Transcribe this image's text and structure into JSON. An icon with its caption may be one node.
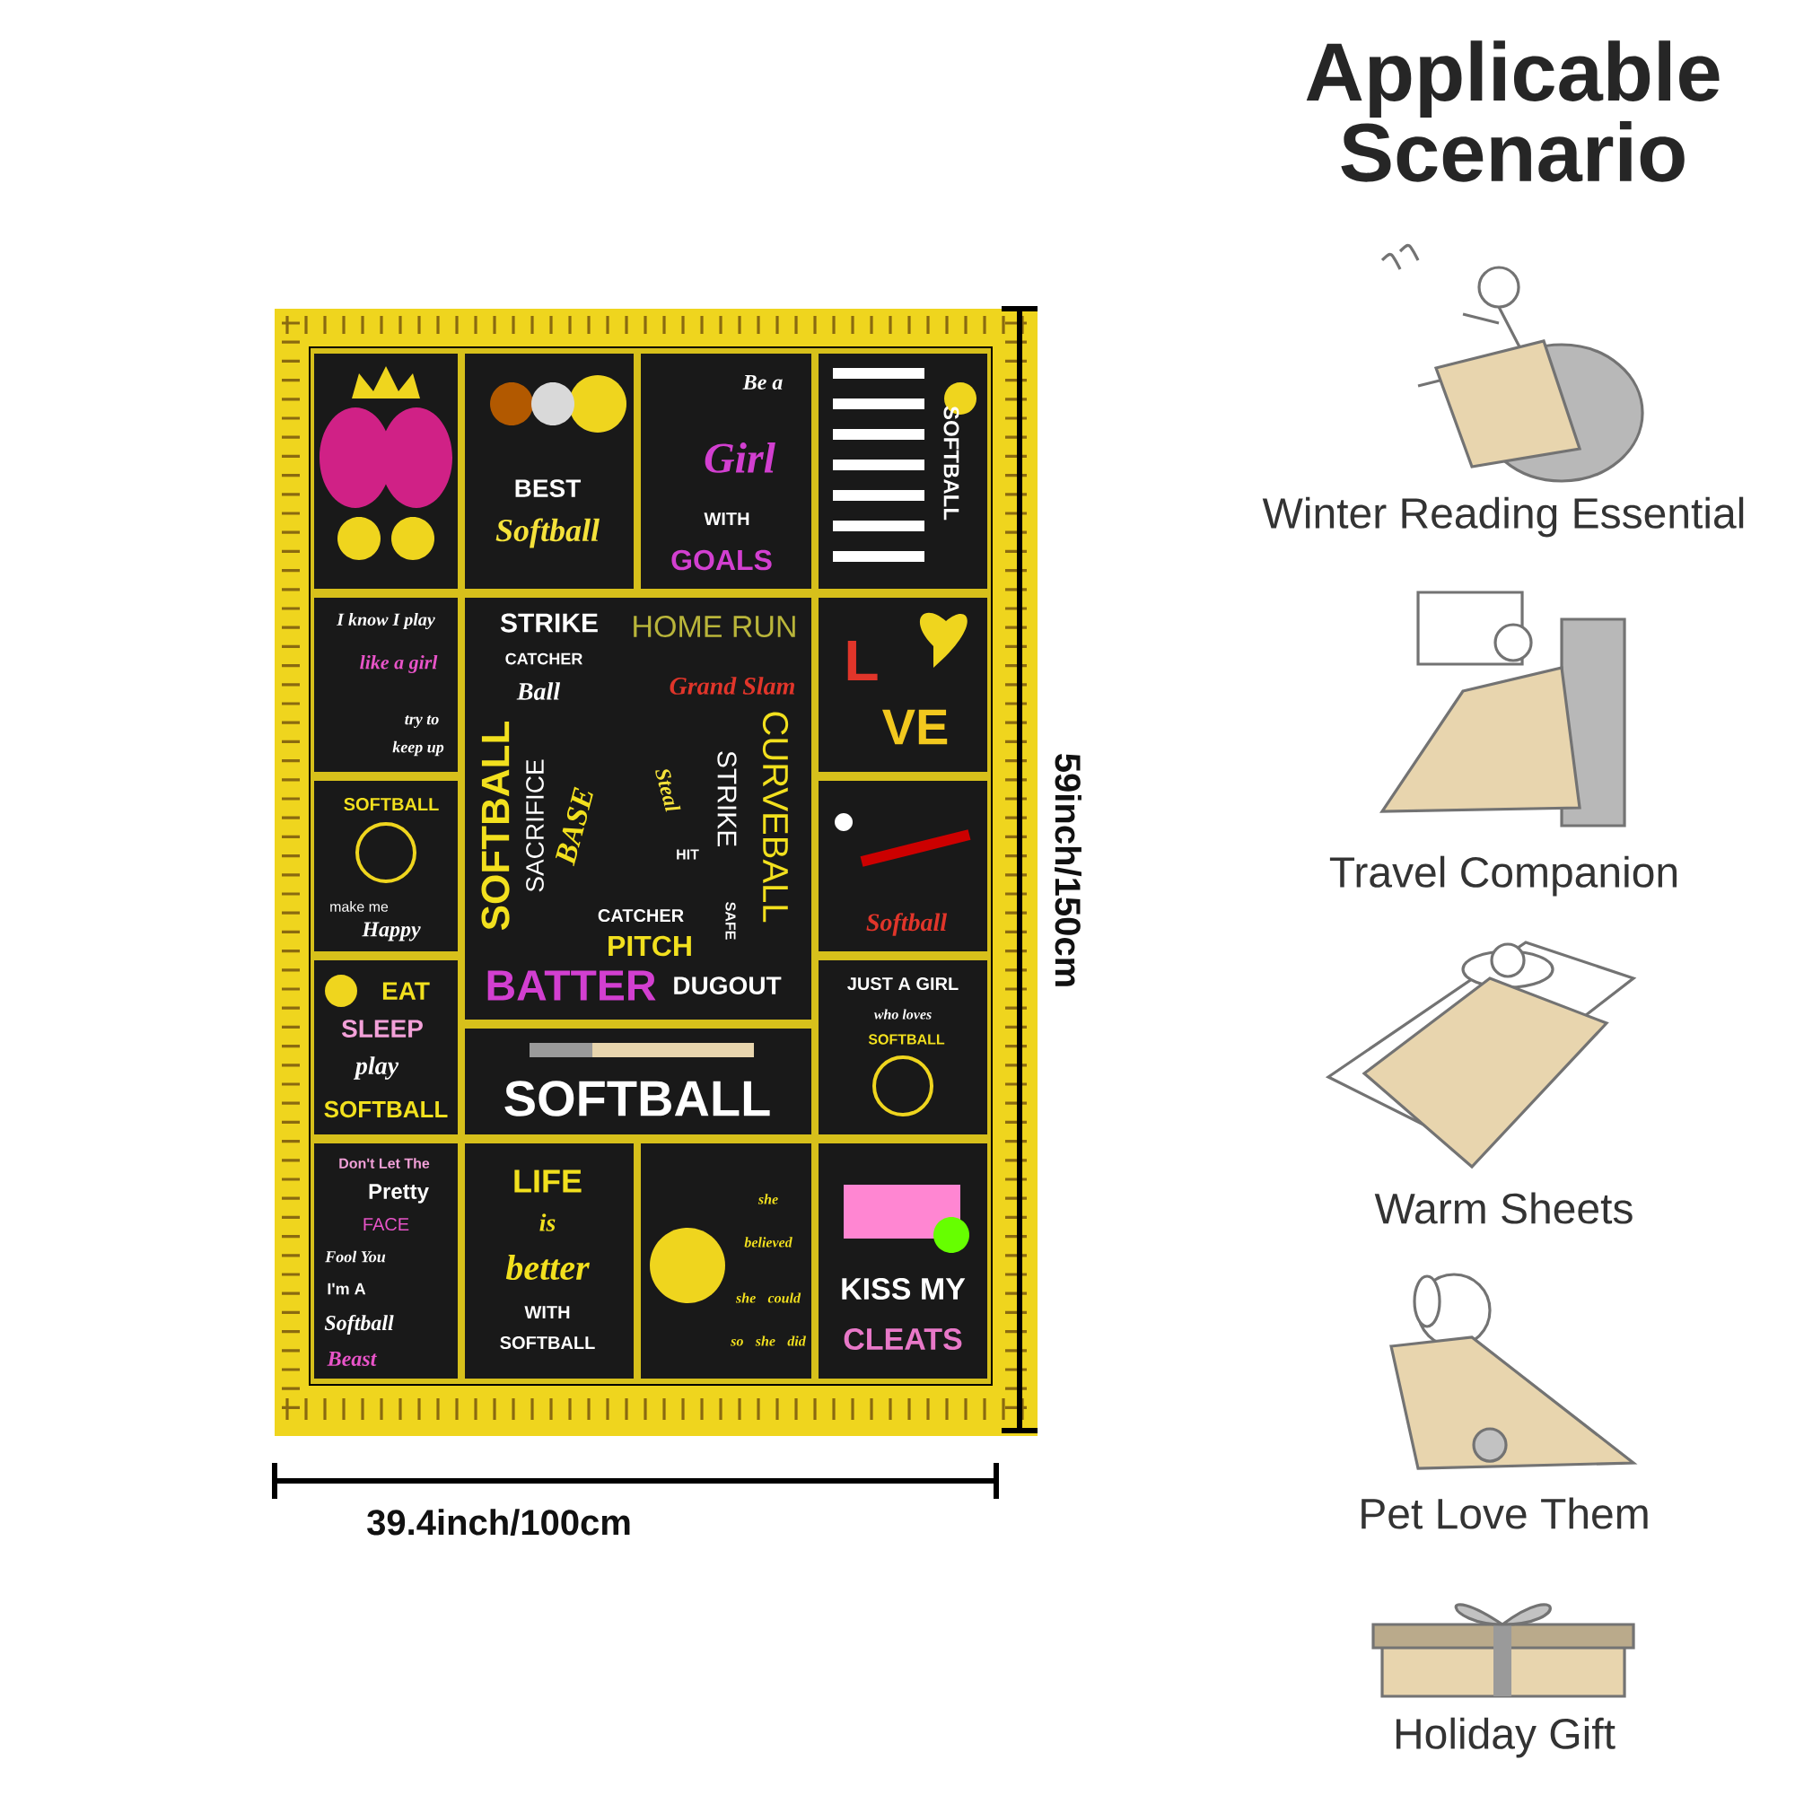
{
  "diagram": {
    "title": "Applicable Scenario",
    "labels": [
      "59inch/150cm",
      "39.4inch/100cm",
      "Winter Reading Essential",
      "Travel Companion",
      "Warm Sheets",
      "Pet Love Them",
      "Holiday Gift",
      "BEST",
      "Softball",
      "Be a",
      "Girl",
      "WITH",
      "GOALS",
      "SOFTBALL",
      "I know I play",
      "like a girl",
      "try to",
      "keep up",
      "STRIKE",
      "HOME RUN",
      "CATCHER",
      "Ball",
      "Grand Slam",
      "SOFTBALL",
      "SACRIFICE",
      "BASE",
      "Steal",
      "HIT",
      "STRIKE",
      "CURVEBALL",
      "CATCHER",
      "PITCH",
      "SAFE",
      "BATTER",
      "DUGOUT",
      "L",
      "VE",
      "SOFTBALL",
      "make me",
      "Happy",
      "Softball",
      "EAT",
      "SLEEP",
      "play",
      "SOFTBALL",
      "SOFTBALL",
      "JUST A GIRL",
      "who loves",
      "SOFTBALL",
      "Don't Let The",
      "Pretty",
      "FACE",
      "Fool You",
      "I'm A",
      "Softball",
      "Beast",
      "LIFE",
      "is",
      "better",
      "WITH",
      "SOFTBALL",
      "she believed",
      "she could so she did",
      "KISS MY",
      "CLEATS"
    ]
  }
}
